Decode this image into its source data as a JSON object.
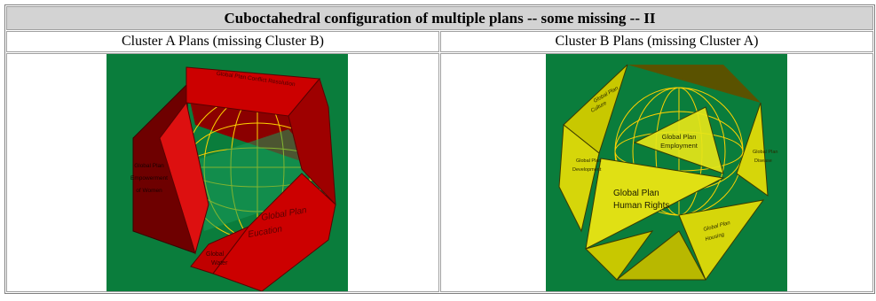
{
  "table": {
    "title": "Cuboctahedral configuration of multiple plans -- some missing -- II",
    "columns": [
      "Cluster A Plans (missing Cluster B)",
      "Cluster B Plans (missing Cluster A)"
    ]
  },
  "colors": {
    "background_green": "#0a7d3c",
    "cluster_a_red": "#cc0000",
    "cluster_b_yellow": "#e6e619",
    "sphere_grid": "#ffd200"
  },
  "cluster_a": {
    "labels": {
      "top_face": "Global Plan Conflict Resolution",
      "left_face_l1": "Global Plan",
      "left_face_l2": "Empowerment",
      "left_face_l3": "of Women",
      "right_face_l1": "Global Plan",
      "right_face_l2": "Eucation",
      "bottom_face_l1": "Global",
      "bottom_face_l2": "Water"
    }
  },
  "cluster_b": {
    "labels": {
      "culture_l1": "Global Plan",
      "culture_l2": "Culture",
      "employment_l1": "Global Plan",
      "employment_l2": "Employment",
      "development_l1": "Global Plan",
      "development_l2": "Development",
      "disease_l1": "Global Plan",
      "disease_l2": "Disease",
      "human_rights_l1": "Global Plan",
      "human_rights_l2": "Human Rights",
      "housing_l1": "Global Plan",
      "housing_l2": "Housing"
    }
  }
}
